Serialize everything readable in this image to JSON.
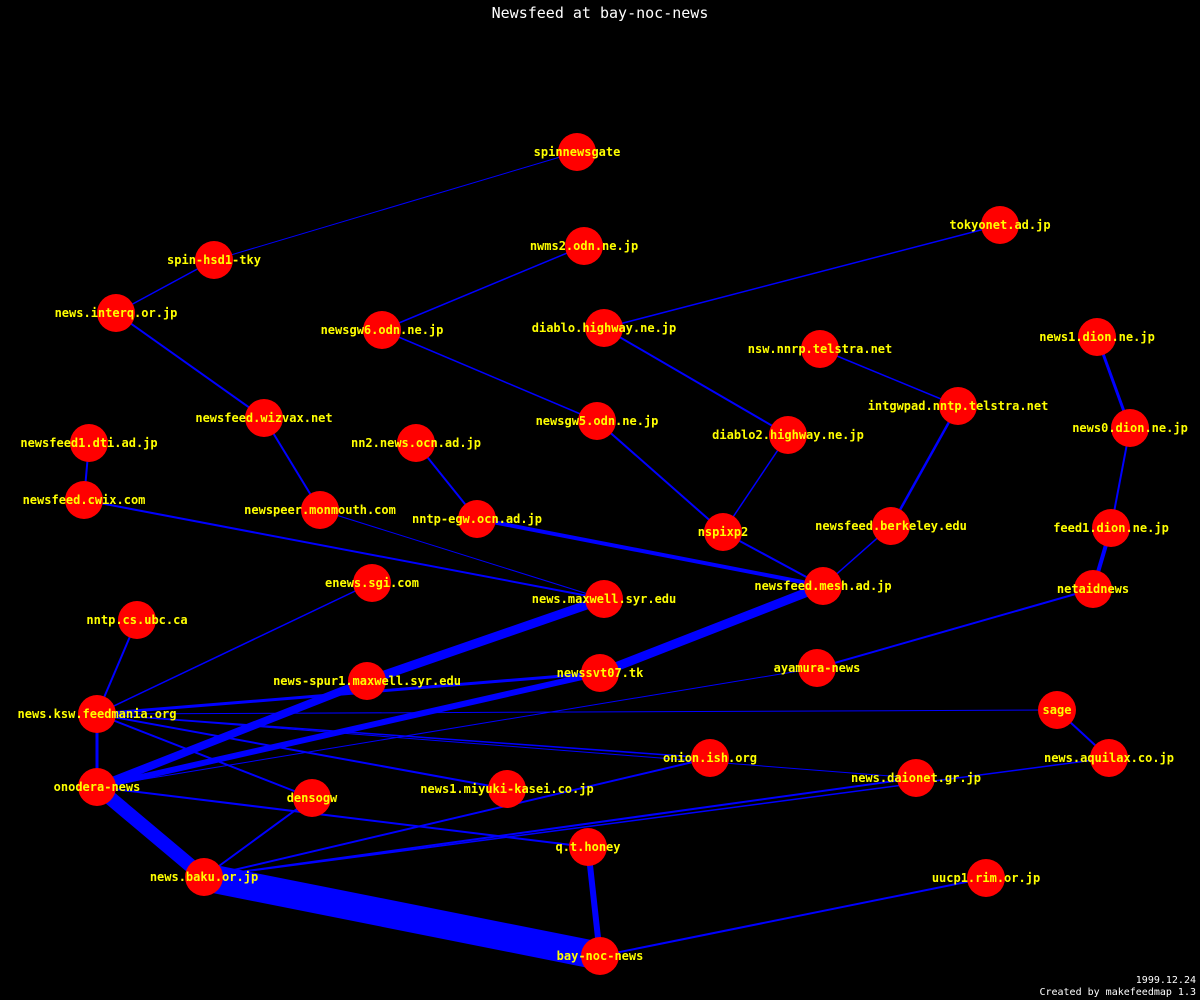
{
  "title": "Newsfeed at bay-noc-news",
  "footer": {
    "date": "1999.12.24",
    "credit": "Created by makefeedmap 1.3"
  },
  "colors": {
    "background": "#000000",
    "node": "#ff0000",
    "edge": "#0000ff",
    "label": "#ffff00",
    "text": "#ffffff"
  },
  "nodes": [
    {
      "id": "spinnewsgate",
      "label": "spinnewsgate"
    },
    {
      "id": "spin-hsd1-tky",
      "label": "spin-hsd1-tky"
    },
    {
      "id": "news.interq.or.jp",
      "label": "news.interq.or.jp"
    },
    {
      "id": "nwms2.odn.ne.jp",
      "label": "nwms2.odn.ne.jp"
    },
    {
      "id": "tokyonet.ad.jp",
      "label": "tokyonet.ad.jp"
    },
    {
      "id": "newsgw6.odn.ne.jp",
      "label": "newsgw6.odn.ne.jp"
    },
    {
      "id": "diablo.highway.ne.jp",
      "label": "diablo.highway.ne.jp"
    },
    {
      "id": "nsw.nnrp.telstra.net",
      "label": "nsw.nnrp.telstra.net"
    },
    {
      "id": "news1.dion.ne.jp",
      "label": "news1.dion.ne.jp"
    },
    {
      "id": "intgwpad.nntp.telstra.net",
      "label": "intgwpad.nntp.telstra.net"
    },
    {
      "id": "newsfeed.wizvax.net",
      "label": "newsfeed.wizvax.net"
    },
    {
      "id": "newsgw5.odn.ne.jp",
      "label": "newsgw5.odn.ne.jp"
    },
    {
      "id": "news0.dion.ne.jp",
      "label": "news0.dion.ne.jp"
    },
    {
      "id": "newsfeed1.dti.ad.jp",
      "label": "newsfeed1.dti.ad.jp"
    },
    {
      "id": "nn2.news.ocn.ad.jp",
      "label": "nn2.news.ocn.ad.jp"
    },
    {
      "id": "diablo2.highway.ne.jp",
      "label": "diablo2.highway.ne.jp"
    },
    {
      "id": "newsfeed.cwix.com",
      "label": "newsfeed.cwix.com"
    },
    {
      "id": "newspeer.monmouth.com",
      "label": "newspeer.monmouth.com"
    },
    {
      "id": "nntp-egw.ocn.ad.jp",
      "label": "nntp-egw.ocn.ad.jp"
    },
    {
      "id": "nspixp2",
      "label": "nspixp2"
    },
    {
      "id": "newsfeed.berkeley.edu",
      "label": "newsfeed.berkeley.edu"
    },
    {
      "id": "feed1.dion.ne.jp",
      "label": "feed1.dion.ne.jp"
    },
    {
      "id": "enews.sgi.com",
      "label": "enews.sgi.com"
    },
    {
      "id": "news.maxwell.syr.edu",
      "label": "news.maxwell.syr.edu"
    },
    {
      "id": "newsfeed.mesh.ad.jp",
      "label": "newsfeed.mesh.ad.jp"
    },
    {
      "id": "netaidnews",
      "label": "netaidnews"
    },
    {
      "id": "nntp.cs.ubc.ca",
      "label": "nntp.cs.ubc.ca"
    },
    {
      "id": "ayamura-news",
      "label": "ayamura-news"
    },
    {
      "id": "news-spur1.maxwell.syr.edu",
      "label": "news-spur1.maxwell.syr.edu"
    },
    {
      "id": "newssvt07.tk",
      "label": "newssvt07.tk"
    },
    {
      "id": "news.ksw.feedmania.org",
      "label": "news.ksw.feedmania.org"
    },
    {
      "id": "sage",
      "label": "sage"
    },
    {
      "id": "news.aquilax.co.jp",
      "label": "news.aquilax.co.jp"
    },
    {
      "id": "onion.ish.org",
      "label": "onion.ish.org"
    },
    {
      "id": "onodera-news",
      "label": "onodera-news"
    },
    {
      "id": "news.daionet.gr.jp",
      "label": "news.daionet.gr.jp"
    },
    {
      "id": "densogw",
      "label": "densogw"
    },
    {
      "id": "news1.miyuki-kasei.co.jp",
      "label": "news1.miyuki-kasei.co.jp"
    },
    {
      "id": "q.t.honey",
      "label": "q.t.honey"
    },
    {
      "id": "news.baku.or.jp",
      "label": "news.baku.or.jp"
    },
    {
      "id": "uucp1.rim.or.jp",
      "label": "uucp1.rim.or.jp"
    },
    {
      "id": "bay-noc-news",
      "label": "bay-noc-news"
    }
  ],
  "edges": [
    {
      "from": "spinnewsgate",
      "to": "spin-hsd1-tky",
      "weight": 1
    },
    {
      "from": "spin-hsd1-tky",
      "to": "news.interq.or.jp",
      "weight": 1.5
    },
    {
      "from": "news.interq.or.jp",
      "to": "newsfeed.wizvax.net",
      "weight": 2
    },
    {
      "from": "newsfeed.wizvax.net",
      "to": "newspeer.monmouth.com",
      "weight": 2
    },
    {
      "from": "newspeer.monmouth.com",
      "to": "news.maxwell.syr.edu",
      "weight": 1
    },
    {
      "from": "nwms2.odn.ne.jp",
      "to": "newsgw6.odn.ne.jp",
      "weight": 1.5
    },
    {
      "from": "newsgw6.odn.ne.jp",
      "to": "newsgw5.odn.ne.jp",
      "weight": 1.5
    },
    {
      "from": "newsgw5.odn.ne.jp",
      "to": "nspixp2",
      "weight": 2
    },
    {
      "from": "tokyonet.ad.jp",
      "to": "diablo.highway.ne.jp",
      "weight": 1.5
    },
    {
      "from": "diablo.highway.ne.jp",
      "to": "diablo2.highway.ne.jp",
      "weight": 2
    },
    {
      "from": "diablo2.highway.ne.jp",
      "to": "nspixp2",
      "weight": 1.5
    },
    {
      "from": "nspixp2",
      "to": "newsfeed.mesh.ad.jp",
      "weight": 2
    },
    {
      "from": "nsw.nnrp.telstra.net",
      "to": "intgwpad.nntp.telstra.net",
      "weight": 1.5
    },
    {
      "from": "intgwpad.nntp.telstra.net",
      "to": "newsfeed.berkeley.edu",
      "weight": 2.5
    },
    {
      "from": "newsfeed.berkeley.edu",
      "to": "newsfeed.mesh.ad.jp",
      "weight": 1.5
    },
    {
      "from": "news1.dion.ne.jp",
      "to": "news0.dion.ne.jp",
      "weight": 3
    },
    {
      "from": "news0.dion.ne.jp",
      "to": "feed1.dion.ne.jp",
      "weight": 2
    },
    {
      "from": "feed1.dion.ne.jp",
      "to": "netaidnews",
      "weight": 4
    },
    {
      "from": "newsfeed1.dti.ad.jp",
      "to": "newsfeed.cwix.com",
      "weight": 2
    },
    {
      "from": "newsfeed.cwix.com",
      "to": "news.maxwell.syr.edu",
      "weight": 2
    },
    {
      "from": "nn2.news.ocn.ad.jp",
      "to": "nntp-egw.ocn.ad.jp",
      "weight": 2
    },
    {
      "from": "nntp-egw.ocn.ad.jp",
      "to": "newsfeed.mesh.ad.jp",
      "weight": 4
    },
    {
      "from": "enews.sgi.com",
      "to": "news.ksw.feedmania.org",
      "weight": 1.5
    },
    {
      "from": "nntp.cs.ubc.ca",
      "to": "news.ksw.feedmania.org",
      "weight": 2
    },
    {
      "from": "news.maxwell.syr.edu",
      "to": "news-spur1.maxwell.syr.edu",
      "weight": 9
    },
    {
      "from": "news-spur1.maxwell.syr.edu",
      "to": "onodera-news",
      "weight": 8
    },
    {
      "from": "newsfeed.mesh.ad.jp",
      "to": "newssvt07.tk",
      "weight": 9
    },
    {
      "from": "newssvt07.tk",
      "to": "onodera-news",
      "weight": 6
    },
    {
      "from": "newssvt07.tk",
      "to": "news.ksw.feedmania.org",
      "weight": 3
    },
    {
      "from": "netaidnews",
      "to": "ayamura-news",
      "weight": 2
    },
    {
      "from": "ayamura-news",
      "to": "onodera-news",
      "weight": 1
    },
    {
      "from": "sage",
      "to": "news.ksw.feedmania.org",
      "weight": 1
    },
    {
      "from": "sage",
      "to": "news.aquilax.co.jp",
      "weight": 2
    },
    {
      "from": "news.aquilax.co.jp",
      "to": "news.baku.or.jp",
      "weight": 1.5
    },
    {
      "from": "news.ksw.feedmania.org",
      "to": "onodera-news",
      "weight": 3
    },
    {
      "from": "news.ksw.feedmania.org",
      "to": "onion.ish.org",
      "weight": 1.5
    },
    {
      "from": "news.ksw.feedmania.org",
      "to": "densogw",
      "weight": 2
    },
    {
      "from": "news.ksw.feedmania.org",
      "to": "news1.miyuki-kasei.co.jp",
      "weight": 2
    },
    {
      "from": "news.ksw.feedmania.org",
      "to": "news.daionet.gr.jp",
      "weight": 1
    },
    {
      "from": "onion.ish.org",
      "to": "news.baku.or.jp",
      "weight": 2
    },
    {
      "from": "onodera-news",
      "to": "q.t.honey",
      "weight": 2
    },
    {
      "from": "onodera-news",
      "to": "news.baku.or.jp",
      "weight": 14
    },
    {
      "from": "densogw",
      "to": "news.baku.or.jp",
      "weight": 2
    },
    {
      "from": "news.daionet.gr.jp",
      "to": "news.baku.or.jp",
      "weight": 2
    },
    {
      "from": "news.baku.or.jp",
      "to": "bay-noc-news",
      "weight": 28
    },
    {
      "from": "q.t.honey",
      "to": "bay-noc-news",
      "weight": 6
    },
    {
      "from": "uucp1.rim.or.jp",
      "to": "bay-noc-news",
      "weight": 2
    }
  ]
}
